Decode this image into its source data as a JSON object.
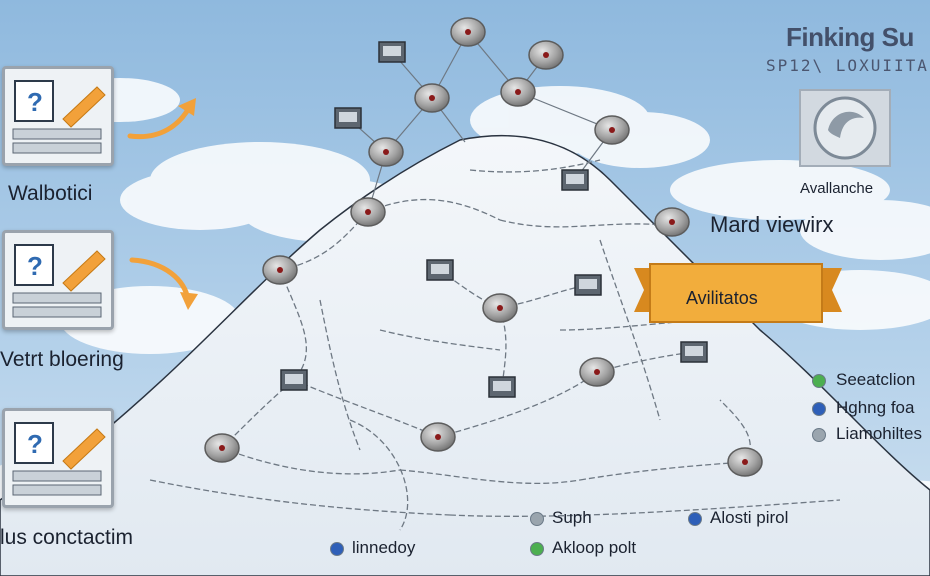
{
  "title": {
    "line1": "Finking Su",
    "line2": "SP12\\ LOXUIITA"
  },
  "left_panels": [
    {
      "label": "Walbotici",
      "icon": "question-monitor-icon"
    },
    {
      "label": "Vetrt bloering",
      "icon": "question-monitor-icon"
    },
    {
      "label": "lus conctactim",
      "icon": "question-monitor-icon"
    }
  ],
  "avalanche": {
    "label": "Avallanche",
    "icon": "swirl-logo-icon"
  },
  "mard_view": "Mard viewirx",
  "banner": {
    "label": "Avilitatos",
    "color": "#f2ad3c"
  },
  "legend_right": [
    {
      "label": "Seeatclion",
      "color": "#4caf50"
    },
    {
      "label": "Hghng foa",
      "color": "#2e5fb8"
    },
    {
      "label": "Liamohiltes",
      "color": "#9aa5ae"
    }
  ],
  "legend_bottom": [
    {
      "label": "Suph",
      "color": "#9aa5ae"
    },
    {
      "label": "Alosti pirol",
      "color": "#2e5fb8"
    },
    {
      "label": "linnedoy",
      "color": "#2e5fb8"
    },
    {
      "label": "Akloop polt",
      "color": "#4caf50"
    }
  ],
  "colors": {
    "sky": "#aacbe6",
    "mountain": "#eef3f8",
    "arrow": "#f2a13a"
  }
}
